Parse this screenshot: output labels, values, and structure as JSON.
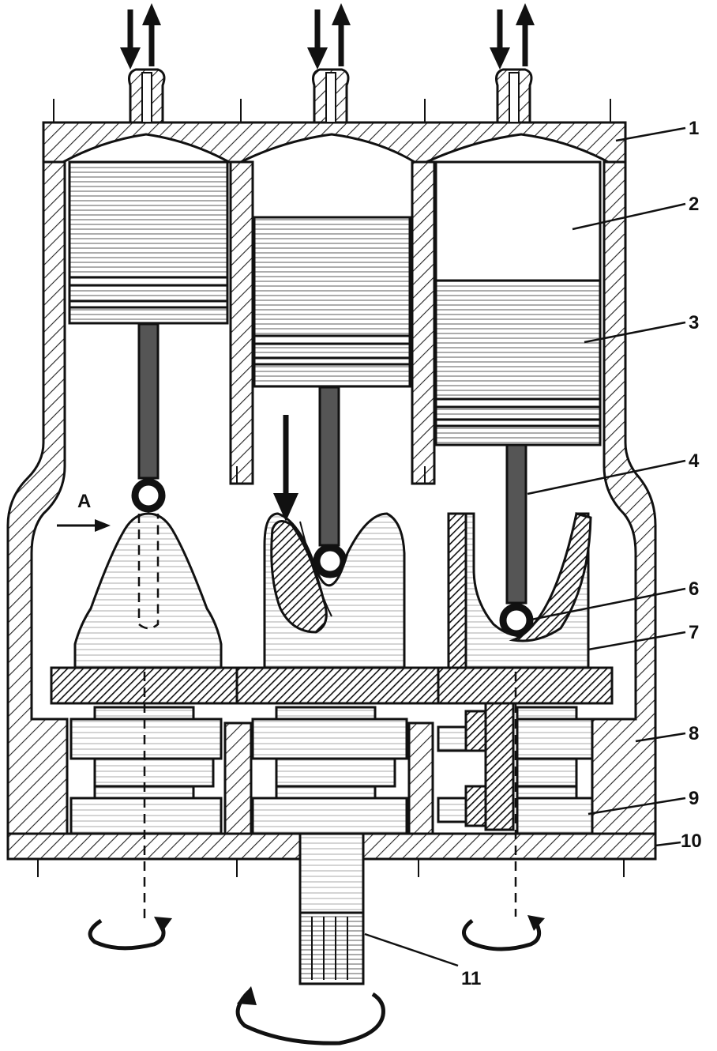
{
  "labels": {
    "l1": "1",
    "l2": "2",
    "l3": "3",
    "l4": "4",
    "l6": "6",
    "l7": "7",
    "l8": "8",
    "l9": "9",
    "l10": "10",
    "l11": "11",
    "view_a": "A"
  }
}
